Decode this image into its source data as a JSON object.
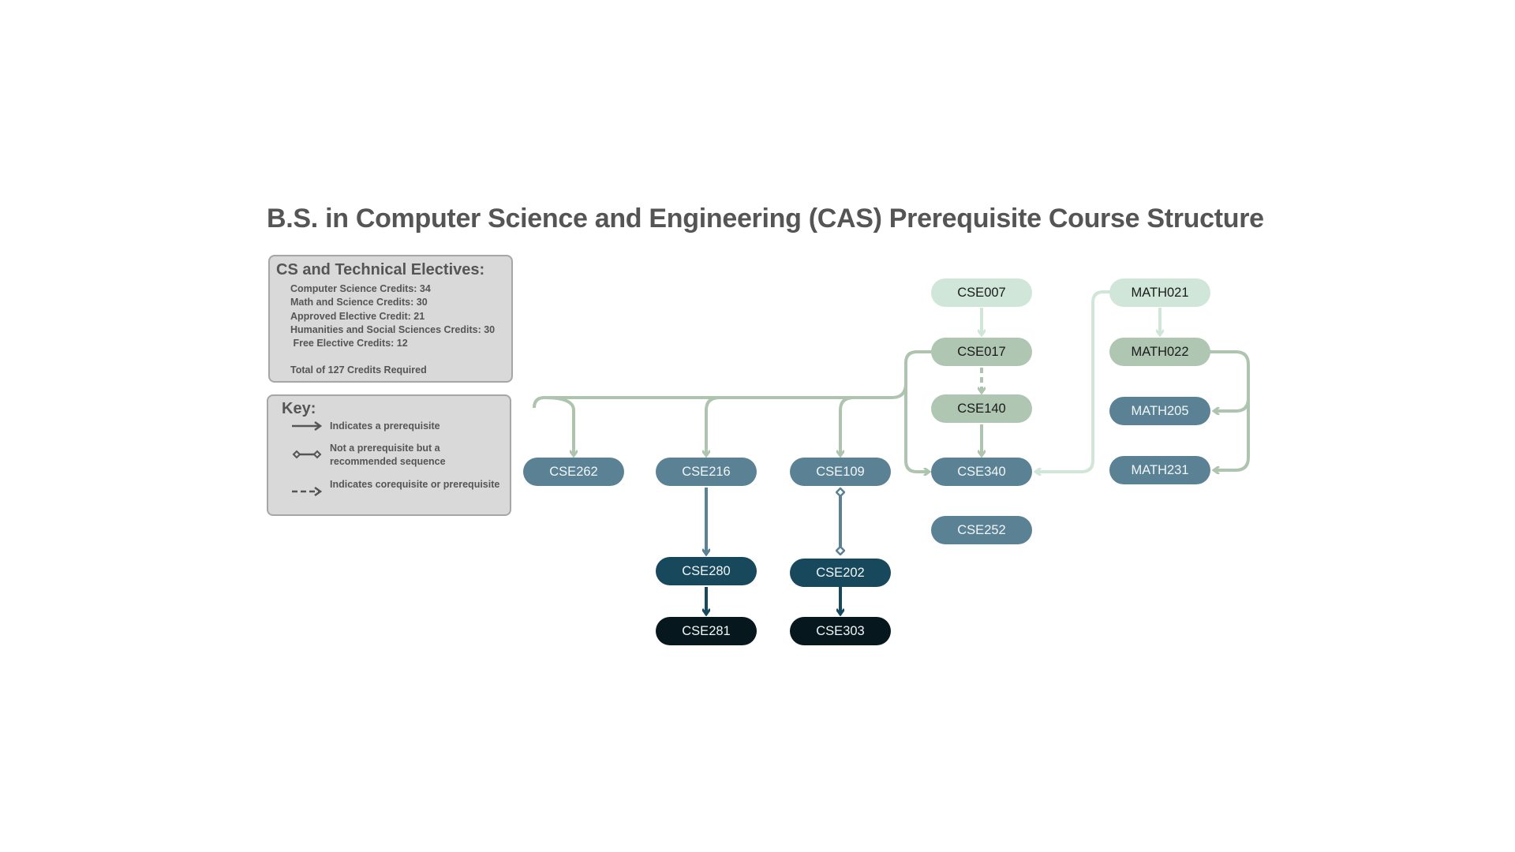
{
  "title": "B.S. in Computer Science and Engineering (CAS) Prerequisite Course Structure",
  "credits": {
    "heading": "CS and Technical Electives:",
    "lines": [
      "Computer Science Credits: 34",
      "Math and Science Credits: 30",
      "Approved Elective Credit: 21",
      "Humanities and Social Sciences Credits: 30",
      " Free Elective Credits: 12"
    ],
    "total": "Total of 127 Credits Required"
  },
  "key": {
    "heading": "Key:",
    "items": [
      {
        "icon": "solid-arrow-icon",
        "label": "Indicates a prerequisite"
      },
      {
        "icon": "diamond-connector-icon",
        "label": "Not a prerequisite but a recommended sequence"
      },
      {
        "icon": "dashed-arrow-icon",
        "label": "Indicates corequisite or prerequisite"
      }
    ]
  },
  "colors": {
    "mint": "#cfe6d8",
    "sage": "#afc6b2",
    "steel": "#5a8294",
    "teal": "#17485c",
    "ink": "#06171e",
    "edge_sage": "#aec4af",
    "edge_mint": "#cfe6d8",
    "edge_steel": "#5a8294",
    "edge_teal": "#17485c",
    "text_gray": "#555555",
    "panel_bg": "#d9d9d9"
  },
  "courses": {
    "cse007": "CSE007",
    "cse017": "CSE017",
    "cse140": "CSE140",
    "cse340": "CSE340",
    "cse252": "CSE252",
    "cse262": "CSE262",
    "cse216": "CSE216",
    "cse109": "CSE109",
    "cse280": "CSE280",
    "cse281": "CSE281",
    "cse202": "CSE202",
    "cse303": "CSE303",
    "math021": "MATH021",
    "math022": "MATH022",
    "math205": "MATH205",
    "math231": "MATH231"
  },
  "relations": [
    {
      "from": "CSE007",
      "to": "CSE017",
      "type": "prerequisite"
    },
    {
      "from": "CSE017",
      "to": "CSE140",
      "type": "corequisite-or-prerequisite"
    },
    {
      "from": "CSE140",
      "to": "CSE340",
      "type": "prerequisite"
    },
    {
      "from": "CSE017",
      "to": "CSE340",
      "type": "prerequisite"
    },
    {
      "from": "CSE017",
      "to": "CSE262",
      "type": "prerequisite"
    },
    {
      "from": "CSE017",
      "to": "CSE216",
      "type": "prerequisite"
    },
    {
      "from": "CSE017",
      "to": "CSE109",
      "type": "prerequisite"
    },
    {
      "from": "MATH021",
      "to": "CSE340",
      "type": "prerequisite"
    },
    {
      "from": "MATH021",
      "to": "MATH022",
      "type": "prerequisite"
    },
    {
      "from": "MATH022",
      "to": "MATH205",
      "type": "prerequisite"
    },
    {
      "from": "MATH022",
      "to": "MATH231",
      "type": "prerequisite"
    },
    {
      "from": "CSE216",
      "to": "CSE280",
      "type": "prerequisite"
    },
    {
      "from": "CSE280",
      "to": "CSE281",
      "type": "prerequisite"
    },
    {
      "from": "CSE109",
      "to": "CSE202",
      "type": "recommended-sequence"
    },
    {
      "from": "CSE202",
      "to": "CSE303",
      "type": "prerequisite"
    }
  ]
}
